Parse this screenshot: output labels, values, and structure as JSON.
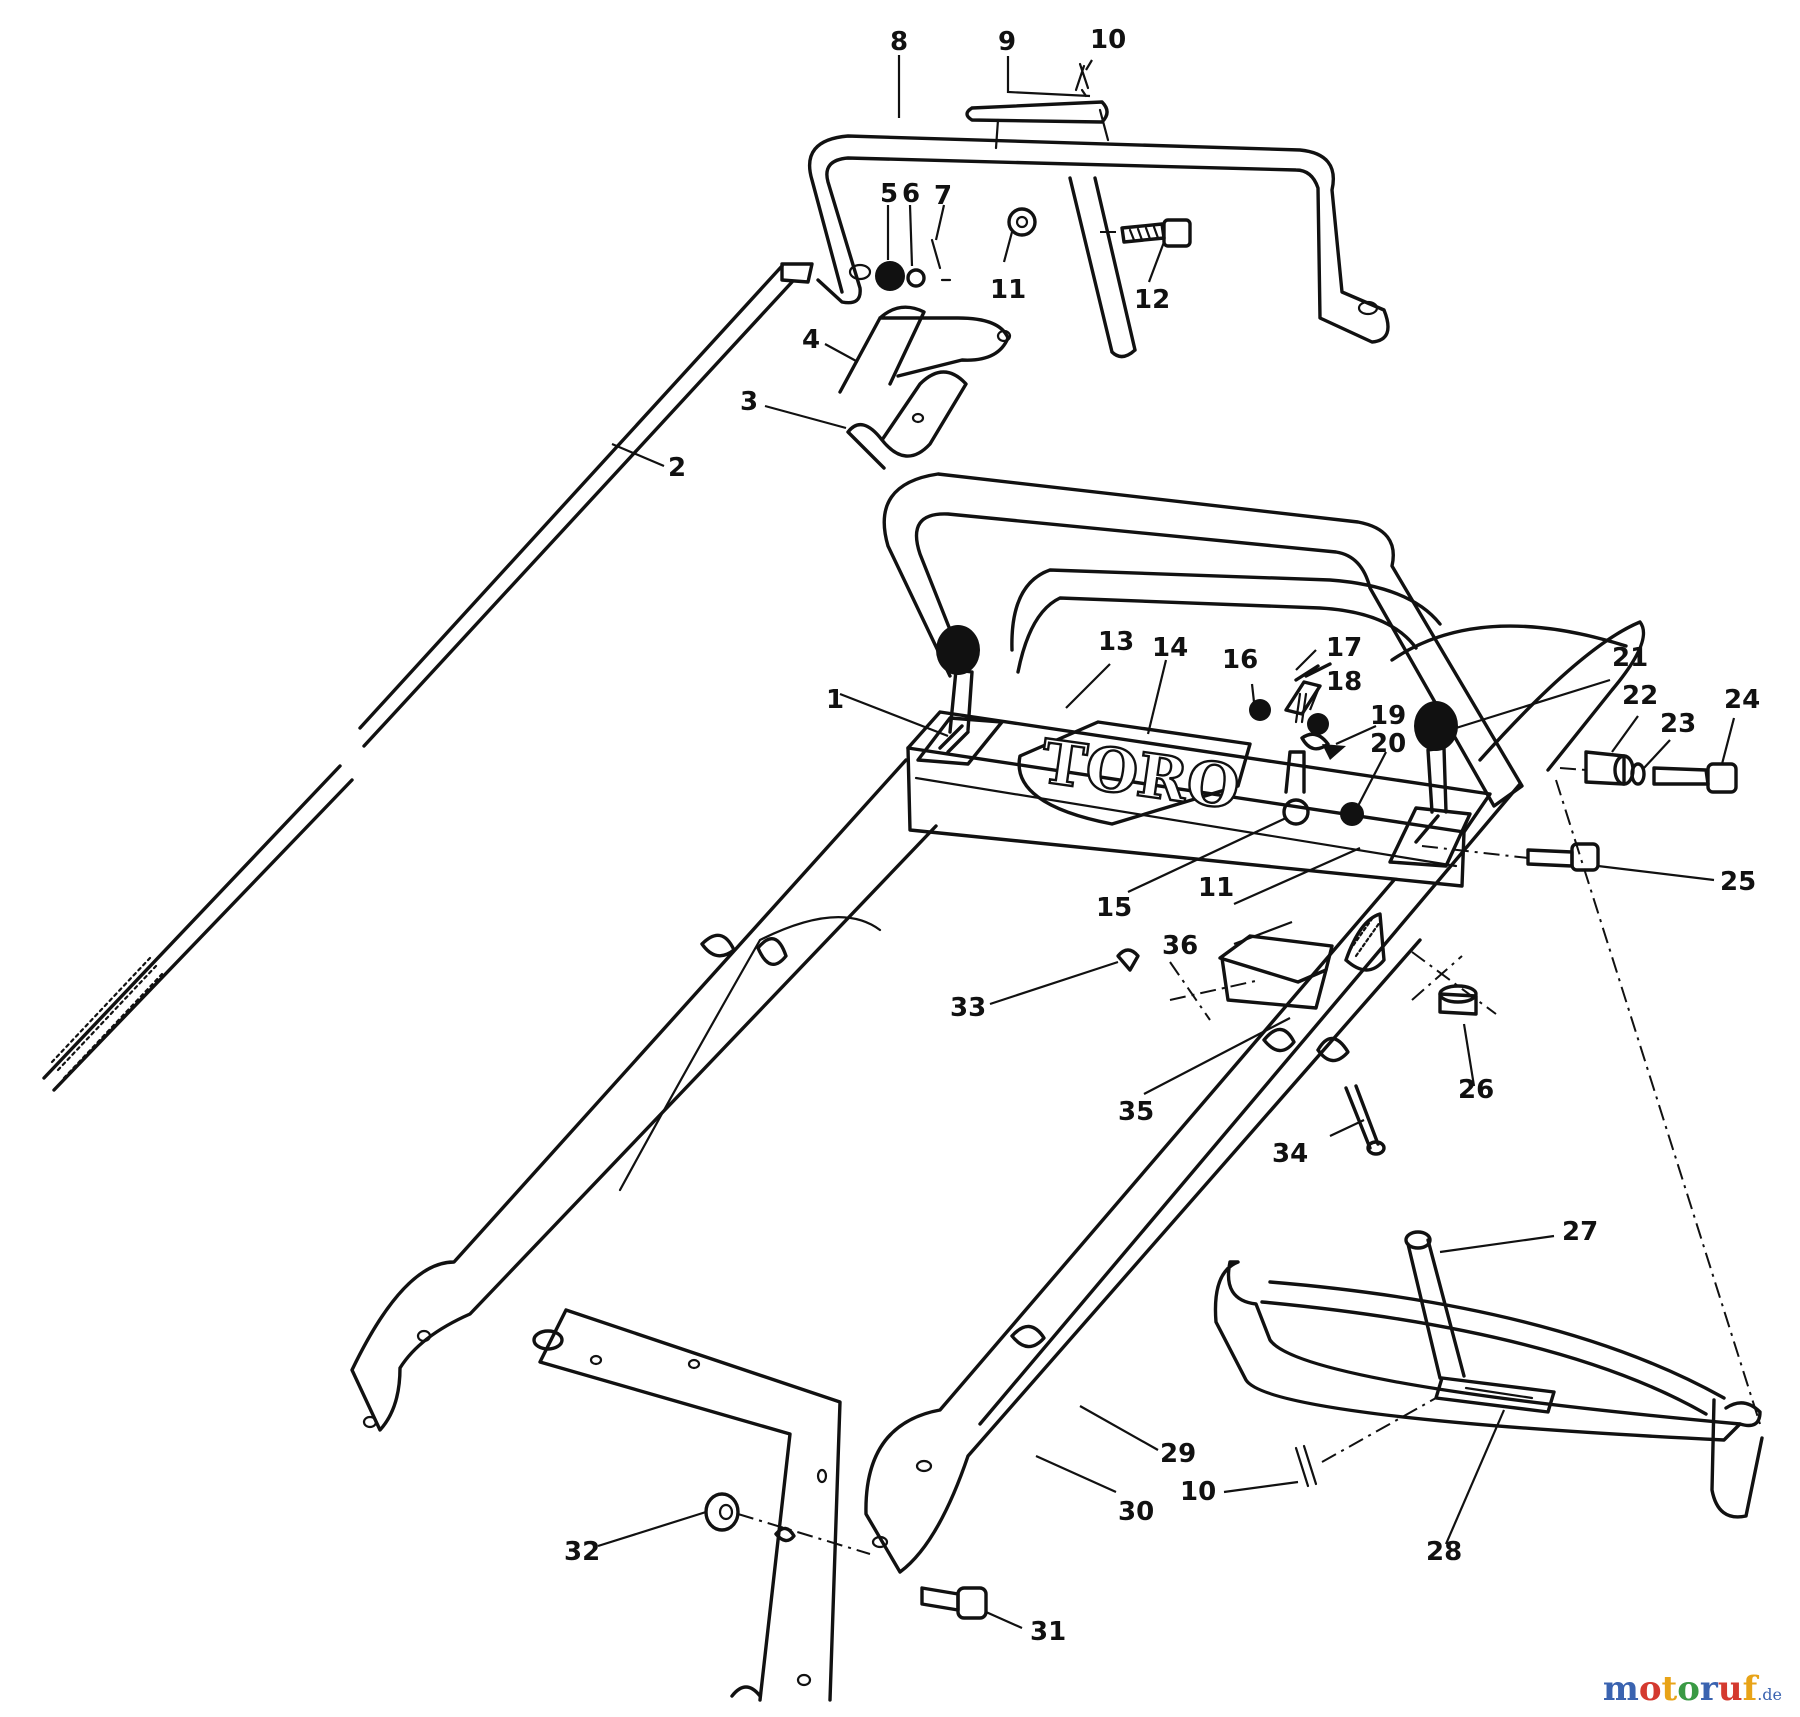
{
  "diagram": {
    "brand_decal": "TORO",
    "watermark": {
      "text": "motoruf",
      "suffix": ".de",
      "colors": [
        "#3a63b0",
        "#d43a2f",
        "#e8a317",
        "#3a9a44"
      ]
    },
    "callouts": [
      "1",
      "2",
      "3",
      "4",
      "5",
      "6",
      "7",
      "8",
      "9",
      "10",
      "10",
      "11",
      "11",
      "12",
      "13",
      "14",
      "15",
      "16",
      "17",
      "18",
      "19",
      "20",
      "21",
      "22",
      "23",
      "24",
      "25",
      "26",
      "27",
      "28",
      "29",
      "30",
      "31",
      "32",
      "33",
      "34",
      "35",
      "36"
    ]
  }
}
